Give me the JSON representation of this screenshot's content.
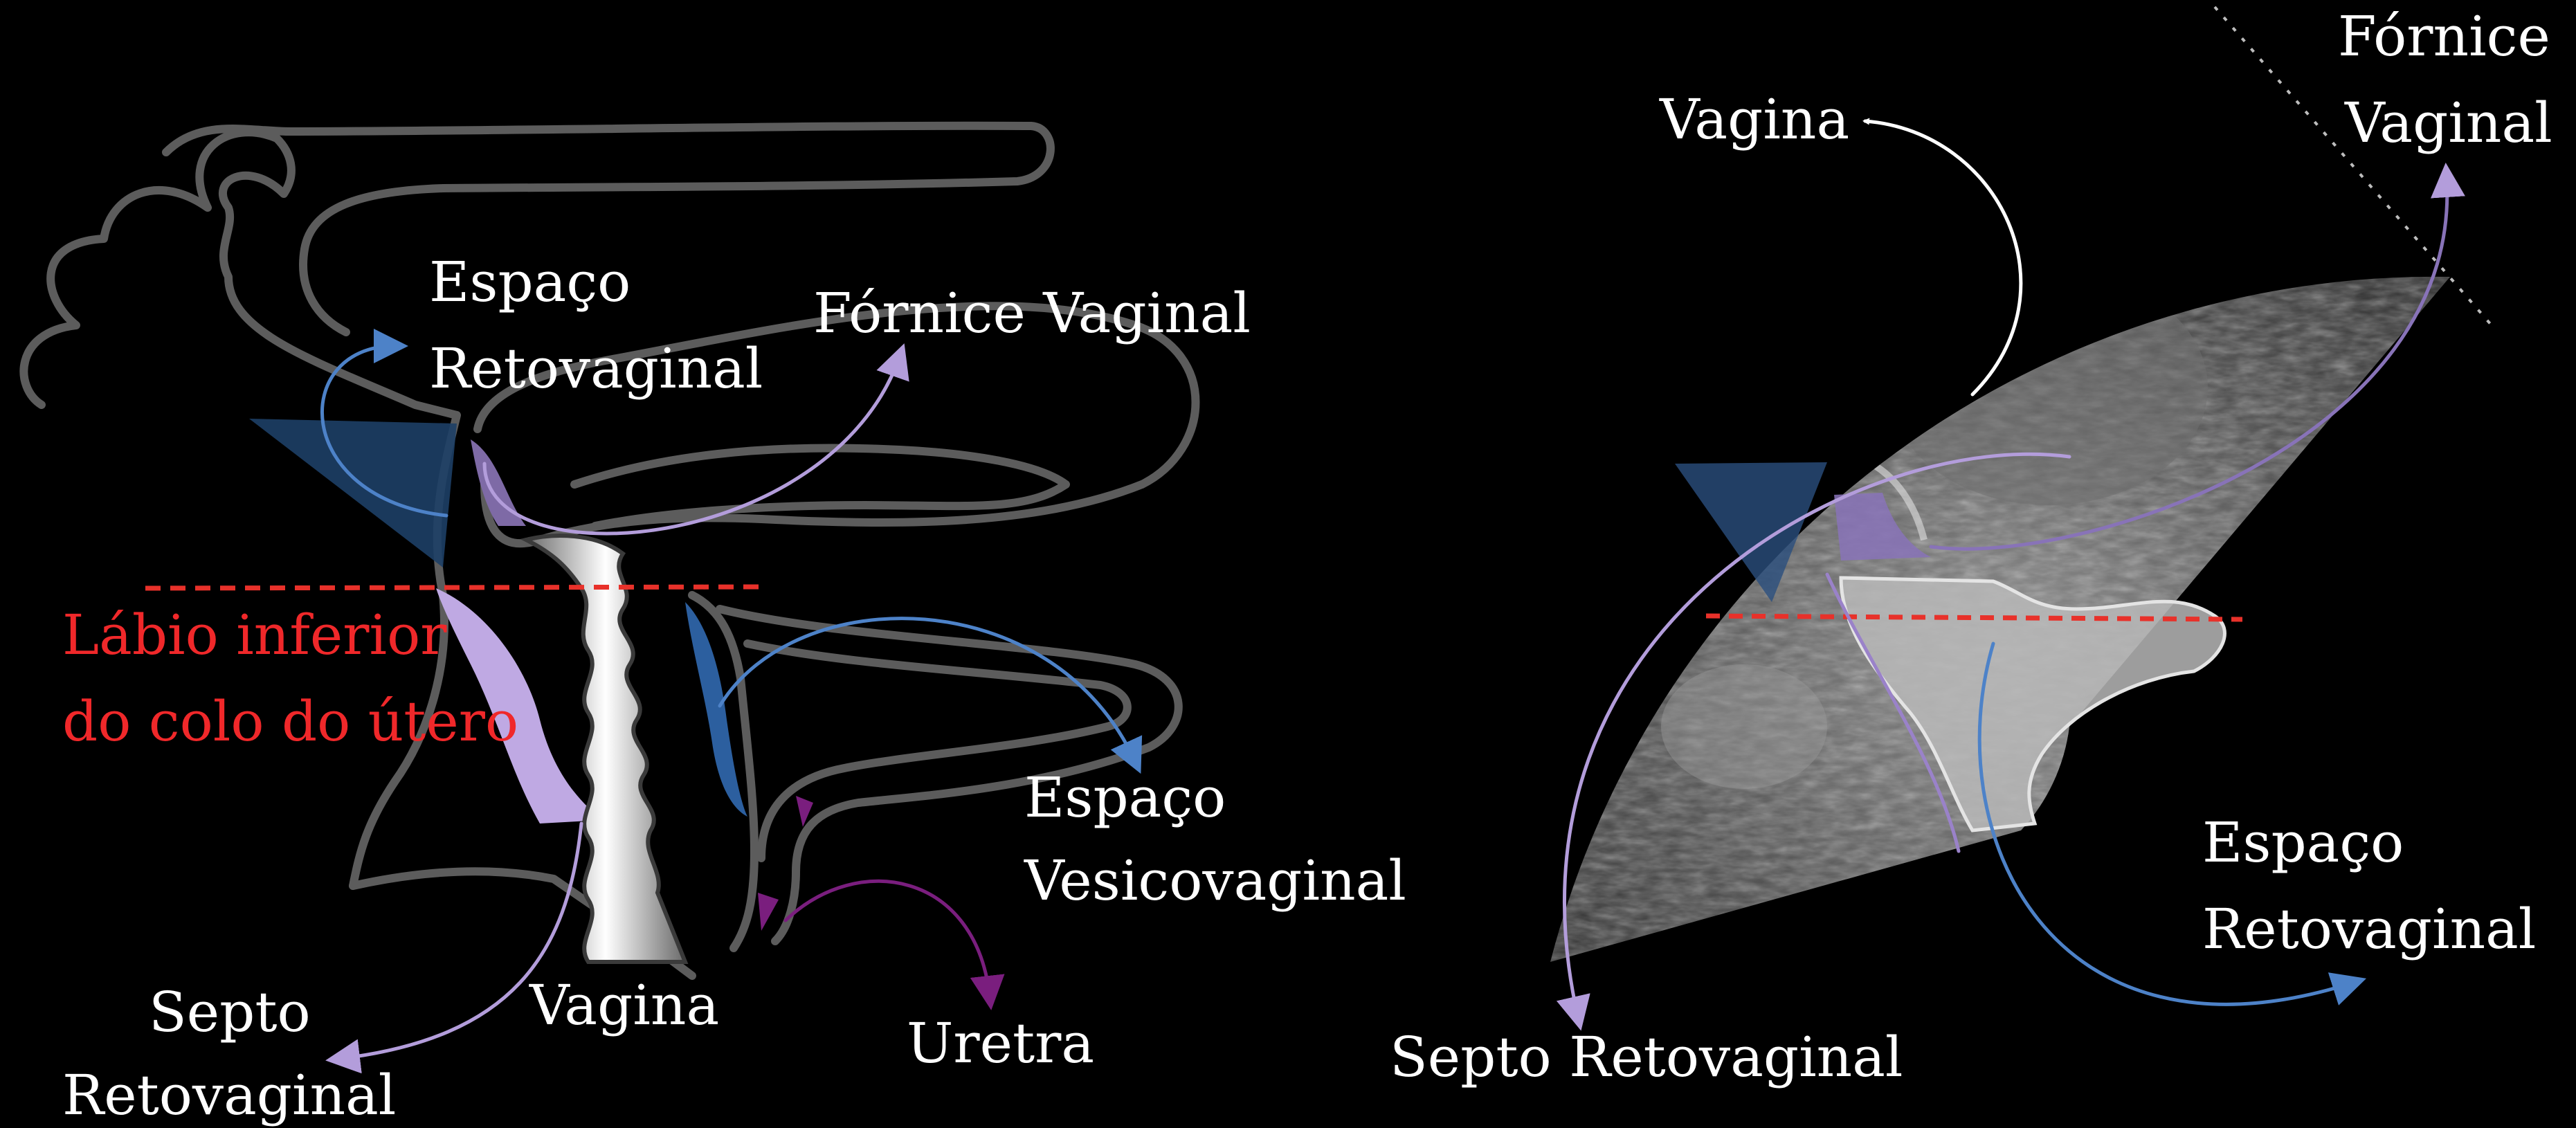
{
  "colors": {
    "background": "#000000",
    "outline": "#5c5c5c",
    "retovaginal_space": "#1d3f66",
    "retovaginal_arrow": "#4d82c8",
    "septum": "#bfa9e3",
    "septum_arrow": "#b39ddb",
    "fornix": "#7e6aa6",
    "vesicovaginal_space": "#2c5f9f",
    "urethra": "#7a1e7e",
    "cervix_line": "#e8312a",
    "vagina_arrow": "#ffffff"
  },
  "left_diagram": {
    "labels": {
      "espaco_retovaginal_line1": "Espaço",
      "espaco_retovaginal_line2": "Retovaginal",
      "fornice_vaginal": "Fórnice Vaginal",
      "labio_line1": "Lábio inferior",
      "labio_line2": "do colo do útero",
      "espaco_vesicovaginal_line1": "Espaço",
      "espaco_vesicovaginal_line2": "Vesicovaginal",
      "septo_line1": "Septo",
      "septo_line2": "Retovaginal",
      "vagina": "Vagina",
      "uretra": "Uretra"
    }
  },
  "right_diagram": {
    "labels": {
      "vagina": "Vagina",
      "fornice_line1": "Fórnice",
      "fornice_line2": "Vaginal",
      "espaco_line1": "Espaço",
      "espaco_line2": "Retovaginal",
      "septo": "Septo Retovaginal"
    }
  }
}
